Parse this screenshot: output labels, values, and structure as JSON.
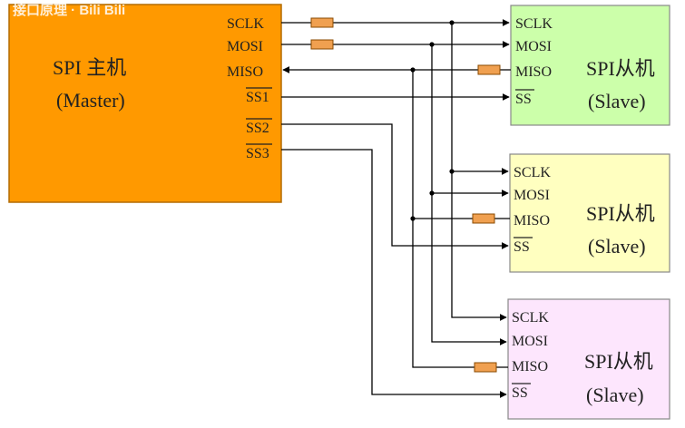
{
  "colors": {
    "master_fill": "#ff9900",
    "master_border": "#b36b00",
    "slave1_fill": "#ccffaa",
    "slave2_fill": "#ffffc0",
    "slave3_fill": "#fde6fd",
    "slave_border": "#888888",
    "resistor_fill": "#f0a050",
    "wire": "#000000"
  },
  "overlay_text": "接口原理 · Bili Bili",
  "master": {
    "title": "SPI 主机",
    "subtitle": "(Master)",
    "pins": {
      "sclk": "SCLK",
      "mosi": "MOSI",
      "miso": "MISO",
      "ss1": "SS1",
      "ss2": "SS2",
      "ss3": "SS3"
    }
  },
  "slaves": [
    {
      "title": "SPI从机",
      "subtitle": "(Slave)",
      "pins": {
        "sclk": "SCLK",
        "mosi": "MOSI",
        "miso": "MISO",
        "ss": "SS"
      }
    },
    {
      "title": "SPI从机",
      "subtitle": "(Slave)",
      "pins": {
        "sclk": "SCLK",
        "mosi": "MOSI",
        "miso": "MISO",
        "ss": "SS"
      }
    },
    {
      "title": "SPI从机",
      "subtitle": "(Slave)",
      "pins": {
        "sclk": "SCLK",
        "mosi": "MOSI",
        "miso": "MISO",
        "ss": "SS"
      }
    }
  ]
}
